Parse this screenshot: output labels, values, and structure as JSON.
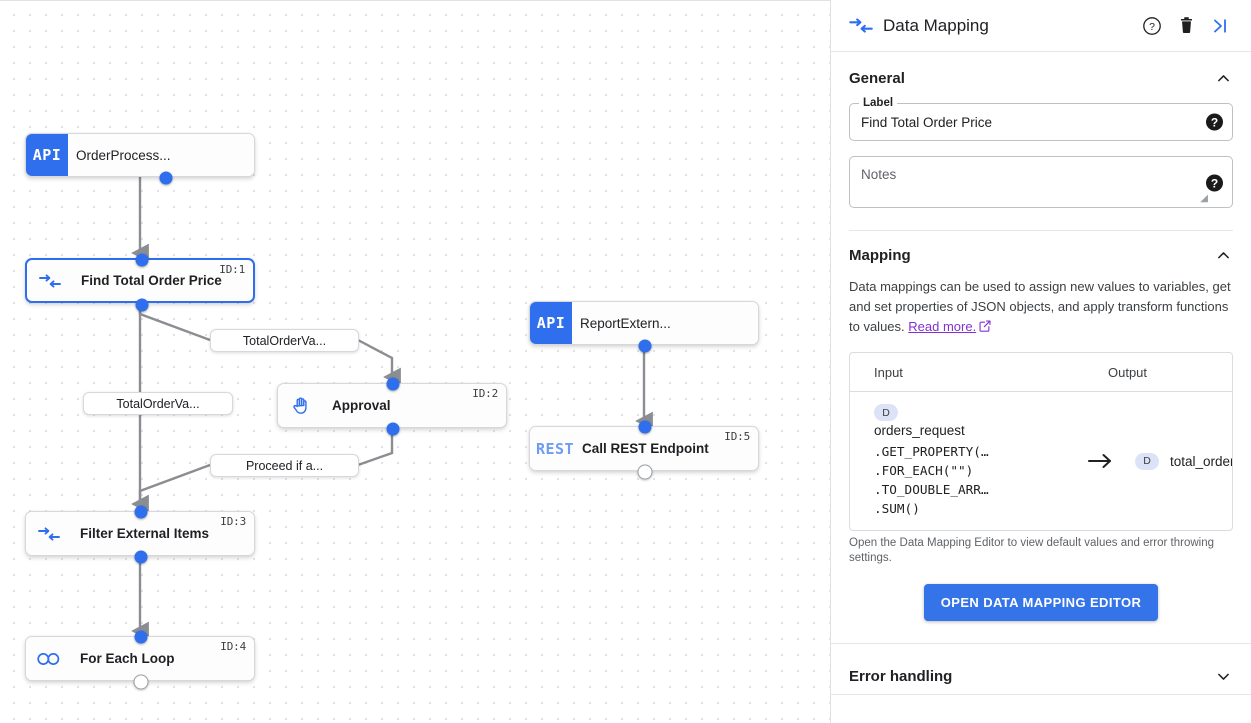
{
  "panel": {
    "title": "Data Mapping",
    "header_icon": "data-mapping-icon",
    "actions": {
      "help": "help-icon",
      "delete": "trash-icon",
      "collapse": "collapse-panel-icon"
    },
    "general": {
      "title": "General",
      "collapsed": false,
      "label_legend": "Label",
      "label_value": "Find Total Order Price",
      "notes_placeholder": "Notes",
      "notes_value": "",
      "help_glyph": "?"
    },
    "mapping": {
      "title": "Mapping",
      "collapsed": false,
      "description": "Data mappings can be used to assign new values to variables, get and set properties of JSON objects, and apply transform functions to values.",
      "read_more": "Read more.",
      "columns": {
        "input": "Input",
        "output": "Output"
      },
      "rows": [
        {
          "input_chip": "D",
          "input_name": "orders_request",
          "input_expression": ".GET_PROPERTY(…\n.FOR_EACH(\"\")\n.TO_DOUBLE_ARR…\n.SUM()",
          "arrow": "→",
          "output_chip": "D",
          "output_name": "total_order…"
        }
      ],
      "hint": "Open the Data Mapping Editor to view default values and error throwing settings.",
      "button": "OPEN DATA MAPPING EDITOR"
    },
    "error_handling": {
      "title": "Error handling",
      "collapsed": true
    }
  },
  "canvas": {
    "nodes": [
      {
        "id": "",
        "title": "OrderProcess...",
        "badge": "API",
        "icon": "api-badge",
        "kind": "api"
      },
      {
        "id": "ID:1",
        "title": "Find Total Order Price",
        "icon": "data-mapping-icon",
        "kind": "step",
        "selected": true
      },
      {
        "id": "ID:2",
        "title": "Approval",
        "icon": "hand-icon",
        "kind": "step"
      },
      {
        "id": "ID:3",
        "title": "Filter External Items",
        "icon": "data-mapping-icon",
        "kind": "step"
      },
      {
        "id": "ID:4",
        "title": "For Each Loop",
        "icon": "loop-icon",
        "kind": "step"
      },
      {
        "id": "",
        "title": "ReportExtern...",
        "badge": "API",
        "icon": "api-badge",
        "kind": "api"
      },
      {
        "id": "ID:5",
        "title": "Call REST Endpoint",
        "badge": "REST",
        "icon": "rest-badge",
        "kind": "rest"
      }
    ],
    "edge_labels": [
      {
        "text": "TotalOrderVa..."
      },
      {
        "text": "TotalOrderVa..."
      },
      {
        "text": "Proceed if a..."
      }
    ]
  },
  "colors": {
    "accent": "#2f6fed",
    "button": "#3574e8",
    "link": "#8430ce",
    "chip": "#dde3f6"
  }
}
